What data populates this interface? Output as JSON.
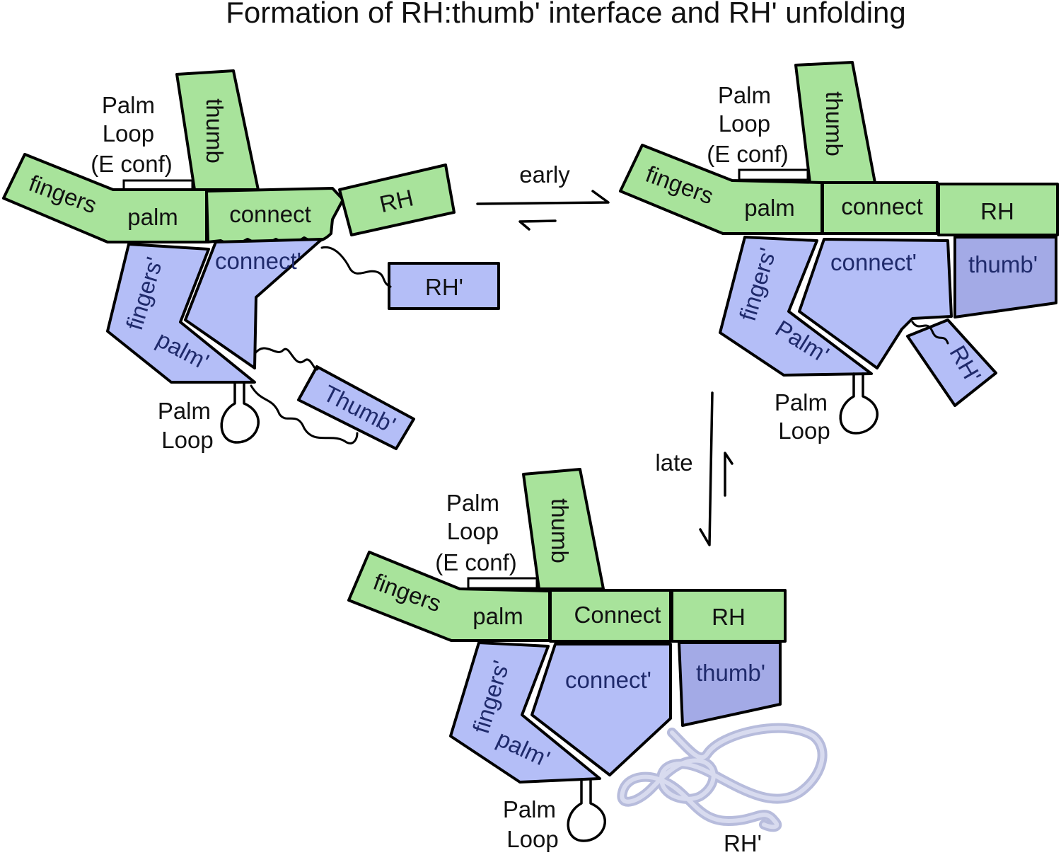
{
  "title": "Formation of RH:thumb' interface and RH' unfolding",
  "arrows": {
    "early": "early",
    "late": "late"
  },
  "state1": {
    "palm_loop_top": [
      "Palm",
      "Loop",
      "(E conf)"
    ],
    "thumb": "thumb",
    "fingers": "fingers",
    "palm": "palm",
    "connect": "connect",
    "rh": "RH",
    "connect_p": "connect'",
    "fingers_p": "fingers'",
    "palm_p": "palm'",
    "rh_p": "RH'",
    "thumb_p": "Thumb'",
    "palm_loop_bottom": [
      "Palm",
      "Loop"
    ]
  },
  "state2": {
    "palm_loop_top": [
      "Palm",
      "Loop",
      "(E conf)"
    ],
    "thumb": "thumb",
    "fingers": "fingers",
    "palm": "palm",
    "connect": "connect",
    "rh": "RH",
    "connect_p": "connect'",
    "thumb_p": "thumb'",
    "fingers_p": "fingers'",
    "palm_p": "Palm'",
    "rh_p": "RH'",
    "palm_loop_bottom": [
      "Palm",
      "Loop"
    ]
  },
  "state3": {
    "palm_loop_top": [
      "Palm",
      "Loop",
      "(E conf)"
    ],
    "thumb": "thumb",
    "fingers": "fingers",
    "palm": "palm",
    "connect": "Connect",
    "rh": "RH",
    "connect_p": "connect'",
    "thumb_p": "thumb'",
    "fingers_p": "fingers'",
    "palm_p": "palm'",
    "palm_loop_bottom": [
      "Palm",
      "Loop"
    ],
    "rh_p": "RH'"
  },
  "colors": {
    "green_domain": "#a8e39b",
    "blue_domain": "#b4bef7",
    "blue_dark_domain": "#a3aae6",
    "unfolded_coil": "#b7bcdc"
  }
}
